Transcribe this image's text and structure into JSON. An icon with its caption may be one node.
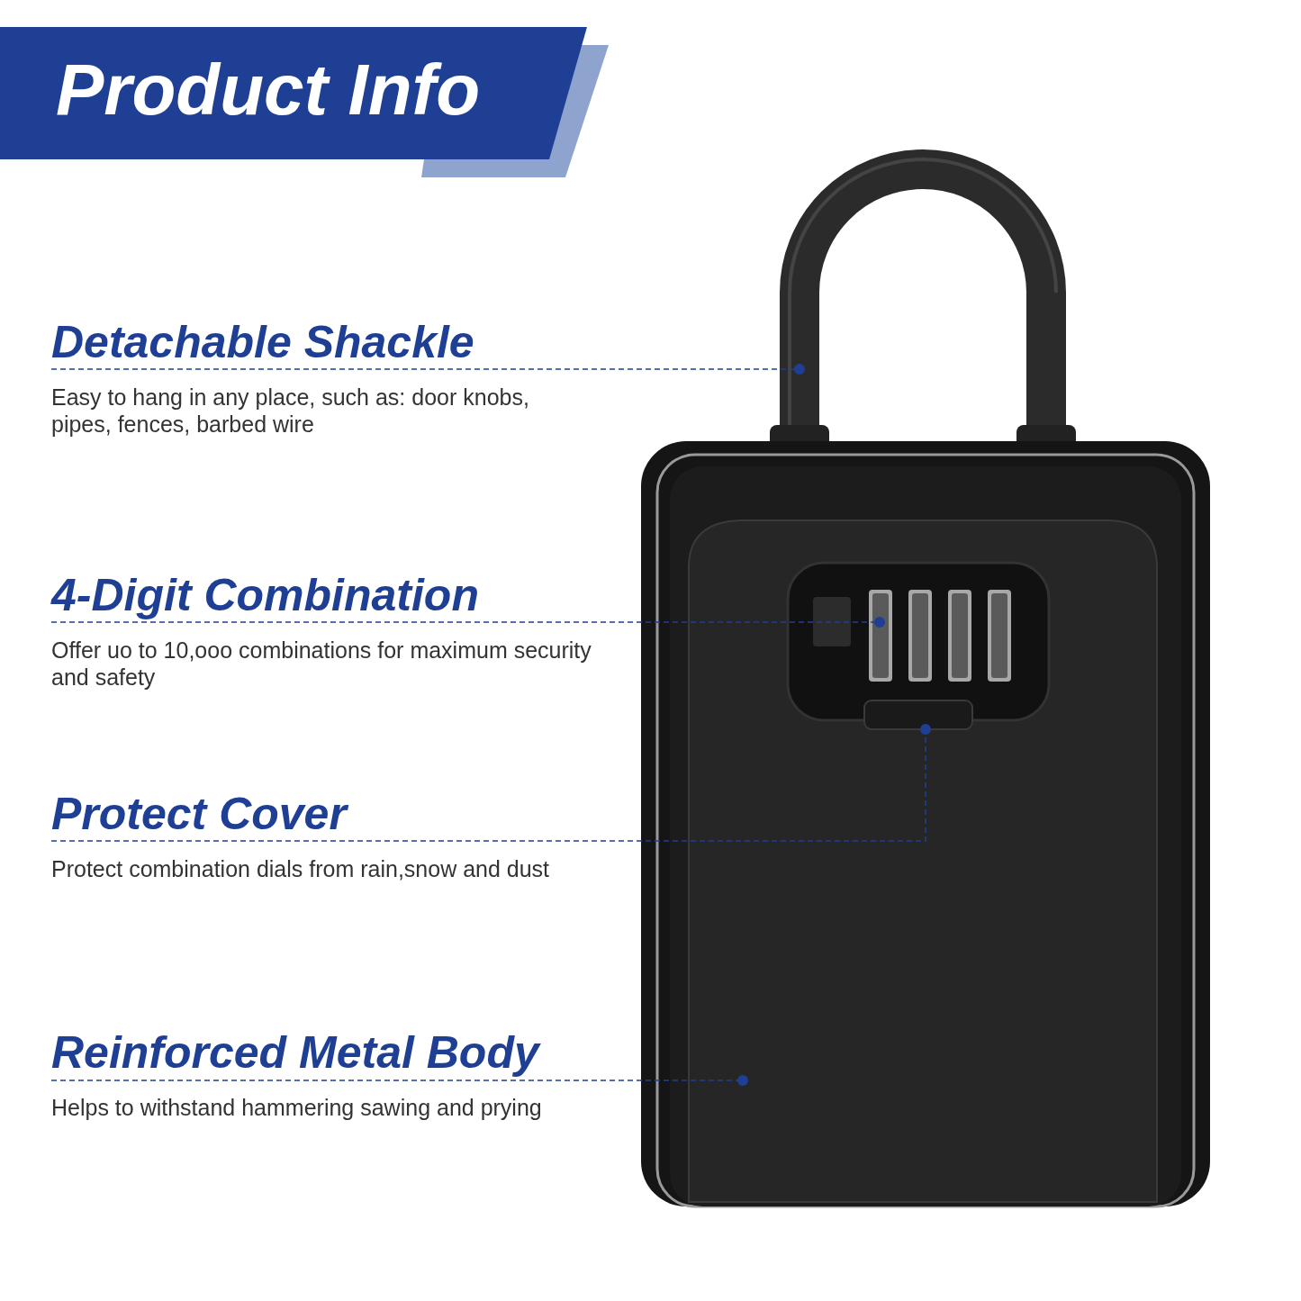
{
  "diagram": {
    "title": "Product Info",
    "nodes": [
      {
        "text": [
          "Detachable Shackle",
          "Easy to hang in any place, such as: door knobs, pipes, fences, barbed wire"
        ]
      },
      {
        "text": [
          "4-Digit Combination",
          "Offer uo to 10,ooo combinations for maximum security and safety"
        ]
      },
      {
        "text": [
          "Protect Cover",
          "Protect combination dials from rain,snow and dust"
        ]
      },
      {
        "text": [
          "Reinforced Metal Body",
          "Helps to withstand hammering sawing and prying"
        ]
      },
      {
        "text": [],
        "shape": "picture"
      },
      {
        "text": [],
        "shape": "picture"
      },
      {
        "text": [],
        "shape": "picture",
        "in": 5
      },
      {
        "text": [],
        "shape": "box",
        "in": 5
      }
    ],
    "edges": [
      {
        "from": 0,
        "to": 4,
        "arrow": "other",
        "style": "dashed"
      },
      {
        "from": 1,
        "to": 6,
        "arrow": "other",
        "style": "dashed"
      },
      {
        "from": 2,
        "to": 7,
        "arrow": "other",
        "style": "dashed"
      },
      {
        "from": 3,
        "to": 5,
        "arrow": "other",
        "style": "dashed"
      }
    ]
  }
}
